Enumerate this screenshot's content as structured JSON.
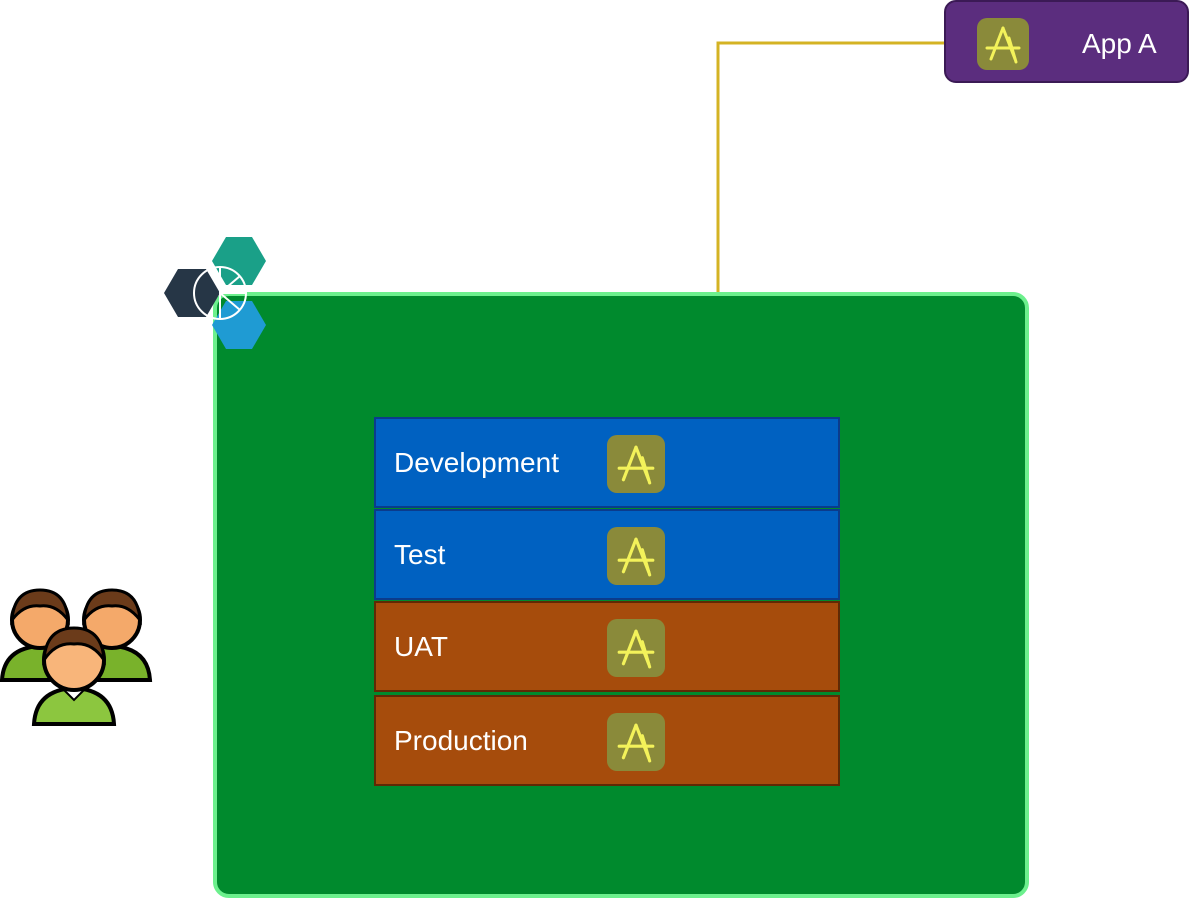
{
  "app": {
    "label": "App A",
    "icon": "app-store-icon",
    "color": "#5b2d7e"
  },
  "platform": {
    "logo": "bluemix-logo-icon",
    "color": "#008a2d",
    "border_color": "#6cf08d"
  },
  "environments": [
    {
      "label": "Development",
      "color": "#0061c1",
      "icon": "app-store-icon"
    },
    {
      "label": "Test",
      "color": "#0061c1",
      "icon": "app-store-icon"
    },
    {
      "label": "UAT",
      "color": "#a64c0c",
      "icon": "app-store-icon"
    },
    {
      "label": "Production",
      "color": "#a64c0c",
      "icon": "app-store-icon"
    }
  ],
  "connector": {
    "color": "#d4b324"
  },
  "users": {
    "icon": "user-group-icon"
  }
}
